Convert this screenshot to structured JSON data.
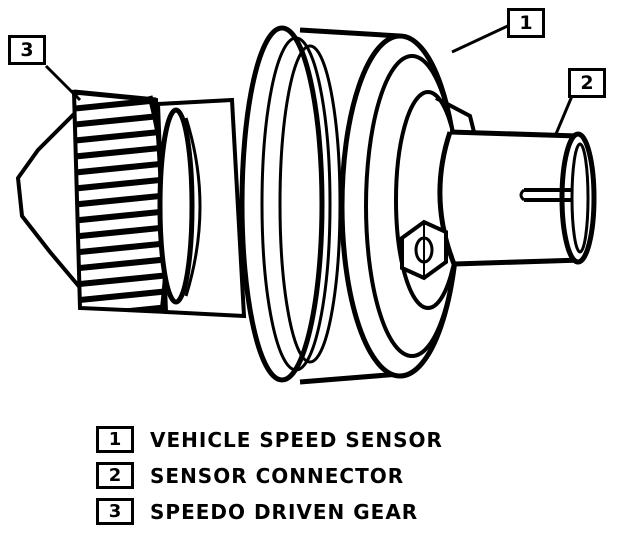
{
  "callouts": [
    {
      "num": "1"
    },
    {
      "num": "2"
    },
    {
      "num": "3"
    }
  ],
  "legend": [
    {
      "num": "1",
      "text": "VEHICLE SPEED SENSOR"
    },
    {
      "num": "2",
      "text": "SENSOR CONNECTOR"
    },
    {
      "num": "3",
      "text": "SPEEDO DRIVEN GEAR"
    }
  ],
  "colors": {
    "ink": "#000000",
    "paper": "#ffffff"
  }
}
